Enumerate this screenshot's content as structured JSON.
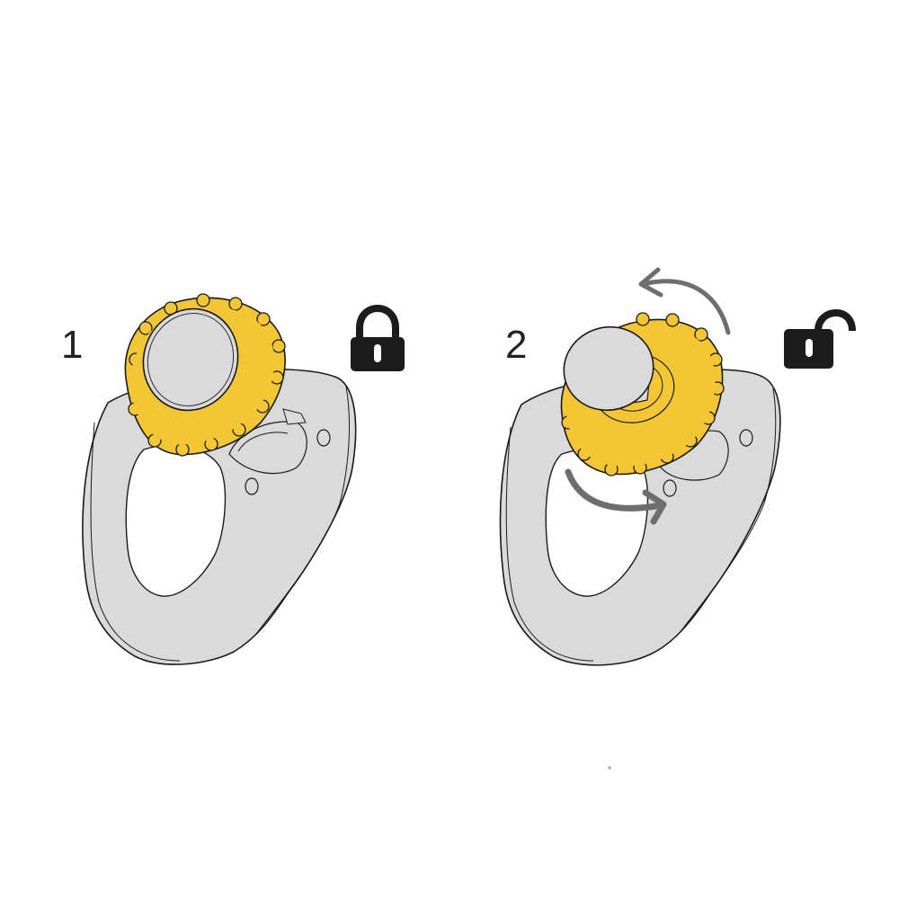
{
  "steps": [
    {
      "number": "1",
      "state": "locked",
      "icon": "lock-closed-icon",
      "description": "Knob tightened"
    },
    {
      "number": "2",
      "state": "unlocked",
      "icon": "lock-open-icon",
      "description": "Knob turned counter-clockwise to unlock"
    }
  ],
  "colors": {
    "knob_yellow": "#F2C634",
    "plate_gray": "#DADADA",
    "outline": "#1a1a1a",
    "arrow_gray": "#6e6e6e",
    "lock_black": "#1c1c1c"
  }
}
